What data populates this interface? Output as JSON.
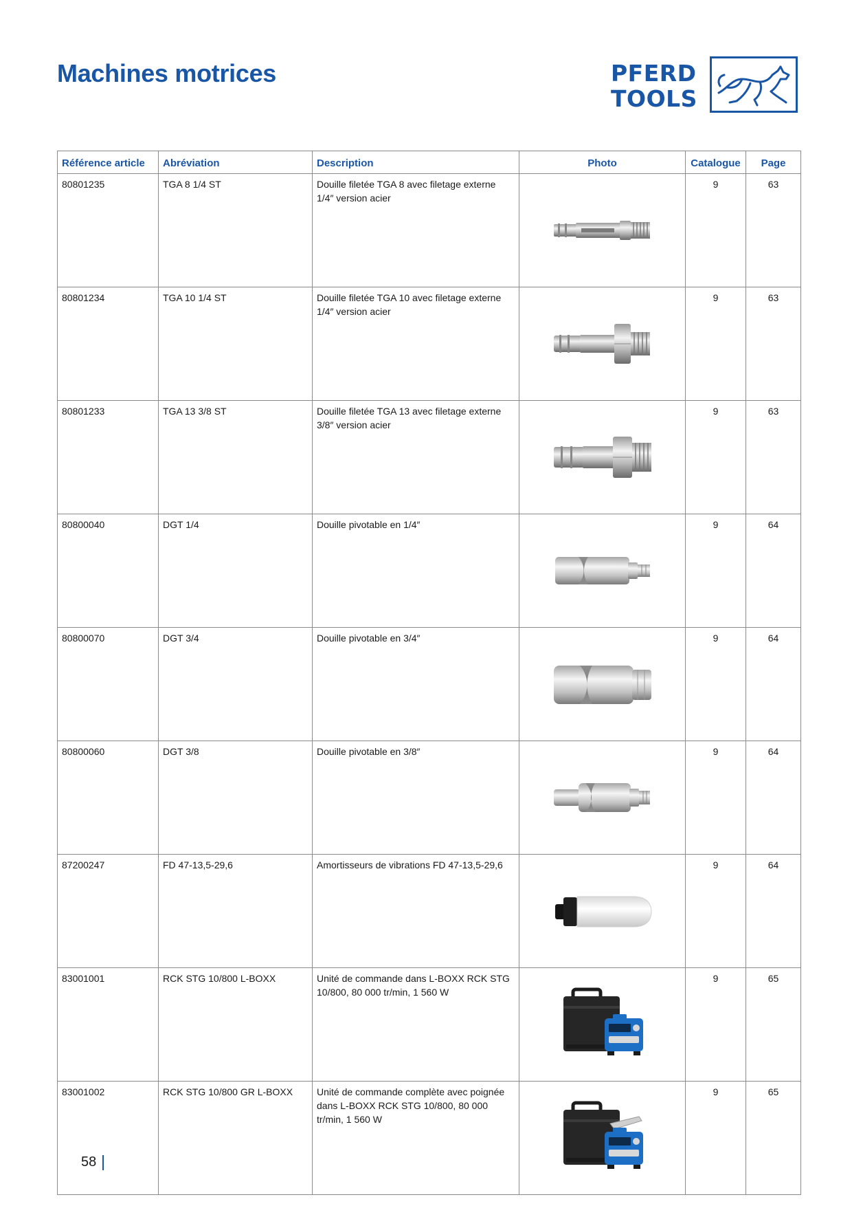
{
  "header": {
    "title": "Machines motrices",
    "logo": {
      "line1": "PFERD",
      "line2": "TOOLS",
      "brand_color": "#1a56a6",
      "icon": "horse-logo-icon"
    }
  },
  "table": {
    "columns": [
      "Référence article",
      "Abréviation",
      "Description",
      "Photo",
      "Catalogue",
      "Page"
    ],
    "rows": [
      {
        "ref": "80801235",
        "abbr": "TGA 8 1/4 ST",
        "desc": "Douille filetée TGA 8 avec filetage externe 1/4″ version acier",
        "catalogue": "9",
        "page": "63",
        "photo": "threaded-nozzle-small-photo"
      },
      {
        "ref": "80801234",
        "abbr": "TGA 10 1/4 ST",
        "desc": "Douille filetée TGA 10 avec filetage externe 1/4″ version acier",
        "catalogue": "9",
        "page": "63",
        "photo": "threaded-nozzle-hex-photo"
      },
      {
        "ref": "80801233",
        "abbr": "TGA 13 3/8 ST",
        "desc": "Douille filetée TGA 13 avec filetage externe 3/8″ version acier",
        "catalogue": "9",
        "page": "63",
        "photo": "threaded-nozzle-hex-large-photo"
      },
      {
        "ref": "80800040",
        "abbr": "DGT 1/4",
        "desc": "Douille pivotable en 1/4″",
        "catalogue": "9",
        "page": "64",
        "photo": "swivel-socket-photo"
      },
      {
        "ref": "80800070",
        "abbr": "DGT 3/4",
        "desc": "Douille pivotable en 3/4″",
        "catalogue": "9",
        "page": "64",
        "photo": "swivel-socket-large-photo"
      },
      {
        "ref": "80800060",
        "abbr": "DGT 3/8",
        "desc": "Douille pivotable en 3/8″",
        "catalogue": "9",
        "page": "64",
        "photo": "swivel-socket-medium-photo"
      },
      {
        "ref": "87200247",
        "abbr": "FD 47-13,5-29,6",
        "desc": "Amortisseurs de vibrations FD 47-13,5-29,6",
        "catalogue": "9",
        "page": "64",
        "photo": "vibration-damper-photo"
      },
      {
        "ref": "83001001",
        "abbr": "RCK STG 10/800 L-BOXX",
        "desc": "Unité de commande dans L-BOXX RCK STG 10/800, 80 000 tr/min, 1 560 W",
        "catalogue": "9",
        "page": "65",
        "photo": "control-unit-lboxx-photo"
      },
      {
        "ref": "83001002",
        "abbr": "RCK STG 10/800 GR L-BOXX",
        "desc": "Unité de commande complète avec poignée dans L-BOXX RCK STG 10/800, 80 000 tr/min, 1 560 W",
        "catalogue": "9",
        "page": "65",
        "photo": "control-unit-lboxx-handle-photo"
      }
    ]
  },
  "footer": {
    "page_number": "58"
  }
}
